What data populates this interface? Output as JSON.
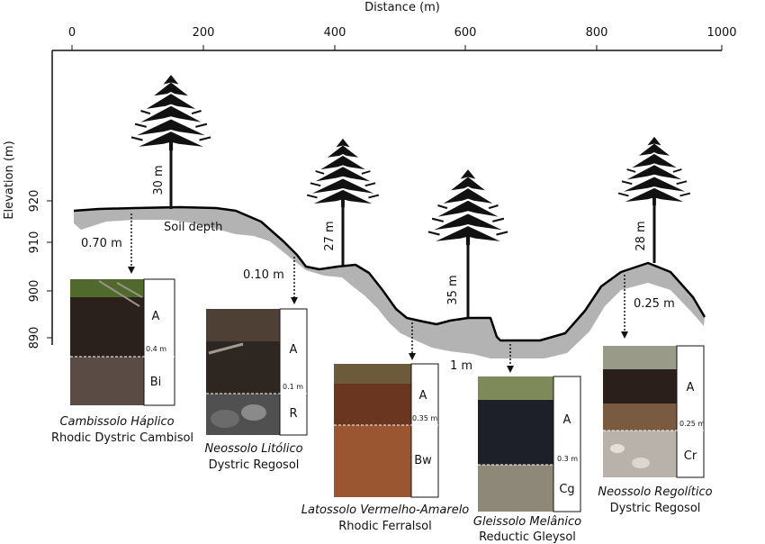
{
  "axes": {
    "x_label": "Distance (m)",
    "x_ticks": [
      "0",
      "200",
      "400",
      "600",
      "800",
      "1000"
    ],
    "y_label": "Elevation (m)",
    "y_ticks": [
      "920",
      "910",
      "900",
      "890"
    ]
  },
  "terrain": {
    "soil_depth_label": "Soil depth",
    "depth_labels": [
      "0.70 m",
      "0.10 m",
      "1 m",
      "0.25 m"
    ]
  },
  "trees": [
    {
      "height_label": "30 m"
    },
    {
      "height_label": "27 m"
    },
    {
      "height_label": "35 m"
    },
    {
      "height_label": "28 m"
    }
  ],
  "profiles": [
    {
      "horizons": [
        "A",
        "Bi"
      ],
      "boundary_depth": "0.4 m",
      "name_local": "Cambissolo Háplico",
      "name_wrb": "Rhodic Dystric Cambisol"
    },
    {
      "horizons": [
        "A",
        "R"
      ],
      "boundary_depth": "0.1 m",
      "name_local": "Neossolo Litólico",
      "name_wrb": "Dystric Regosol"
    },
    {
      "horizons": [
        "A",
        "Bw"
      ],
      "boundary_depth": "0.35 m",
      "name_local": "Latossolo Vermelho-Amarelo",
      "name_wrb": "Rhodic Ferralsol"
    },
    {
      "horizons": [
        "A",
        "Cg"
      ],
      "boundary_depth": "0.3 m",
      "name_local": "Gleissolo Melânico",
      "name_wrb": "Reductic Gleysol"
    },
    {
      "horizons": [
        "A",
        "Cr"
      ],
      "boundary_depth": "0.25 m",
      "name_local": "Neossolo Regolítico",
      "name_wrb": "Dystric Regosol"
    }
  ],
  "colors": {
    "soil_band": "#b3b3b3",
    "surface_line": "#000000",
    "tree": "#111111"
  }
}
